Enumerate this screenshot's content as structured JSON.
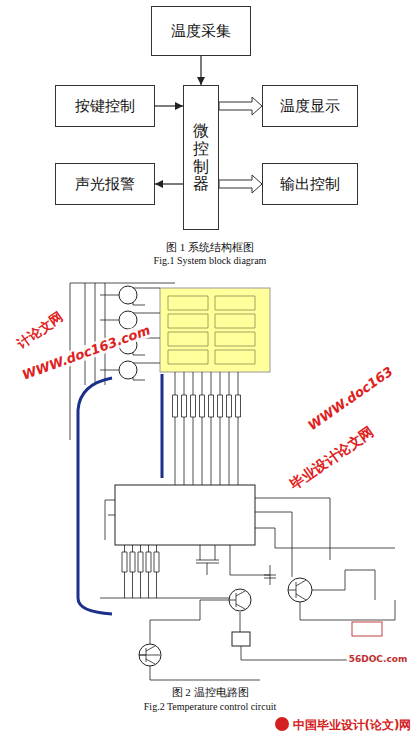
{
  "diagram": {
    "nodes": [
      {
        "text": [
          "温度采集"
        ]
      },
      {
        "text": [
          "按键控制"
        ]
      },
      {
        "text": [
          "微控制器"
        ]
      },
      {
        "text": [
          "温度显示"
        ]
      },
      {
        "text": [
          "声光报警"
        ]
      },
      {
        "text": [
          "输出控制"
        ]
      }
    ],
    "edges": [
      {
        "from": 0,
        "to": 2,
        "arrow": "to"
      },
      {
        "from": 1,
        "to": 2,
        "arrow": "to"
      },
      {
        "from": 2,
        "to": 3,
        "arrow": "to"
      },
      {
        "from": 2,
        "to": 4,
        "arrow": "to"
      },
      {
        "from": 2,
        "to": 5,
        "arrow": "to"
      }
    ],
    "labels": [
      "图 1 系统结构框图",
      "Fig.1 System block diagram",
      "计论文网",
      "WWW.doc163.com",
      "WWW.doc163",
      "毕业设计论文网",
      "图 2 温控电路图",
      "Fig.2 Temperature control circuit",
      "56DOC.com",
      "中国毕业设计(论文)网"
    ]
  }
}
